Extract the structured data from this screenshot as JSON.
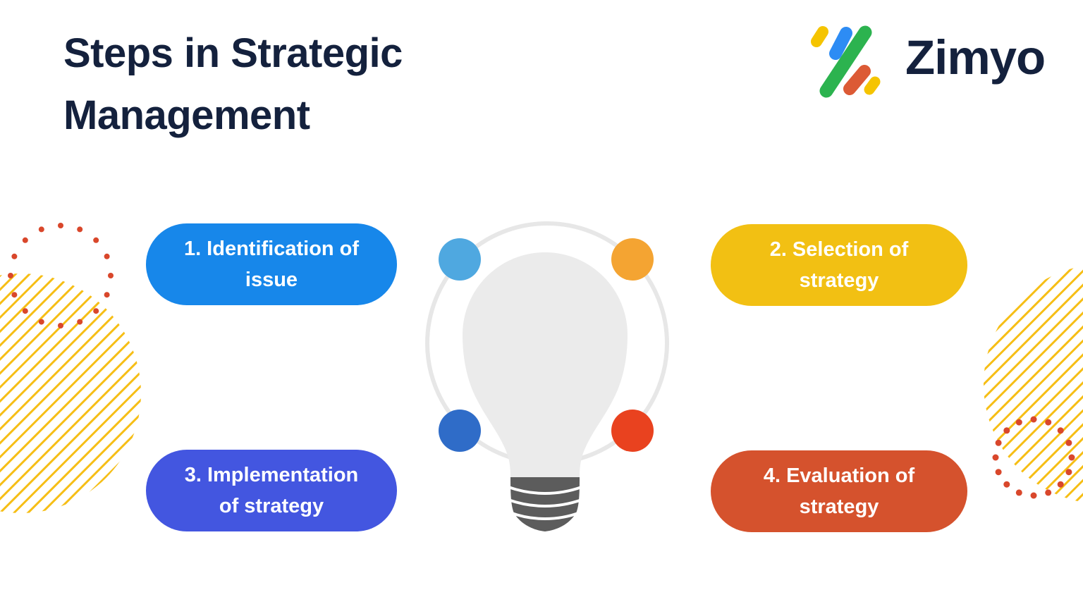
{
  "title": {
    "line1": "Steps in Strategic",
    "line2": "Management",
    "full": "Steps in Strategic Management"
  },
  "brand": {
    "name": "Zimyo",
    "mark_icon": "zimyo-percent-mark-icon"
  },
  "steps": [
    {
      "number": "1",
      "label": "1. Identification of issue",
      "line1": "1. Identification of",
      "line2": "issue",
      "pill_color": "#1787EA",
      "node_color": "#4FA8E0",
      "position": "top-left"
    },
    {
      "number": "2",
      "label": "2. Selection of strategy",
      "line1": "2. Selection of",
      "line2": "strategy",
      "pill_color": "#F2C013",
      "node_color": "#F4A432",
      "position": "top-right"
    },
    {
      "number": "3",
      "label": "3. Implementation of strategy",
      "line1": "3. Implementation",
      "line2": "of strategy",
      "pill_color": "#4356E0",
      "node_color": "#2F6CC8",
      "position": "bottom-left"
    },
    {
      "number": "4",
      "label": "4. Evaluation of strategy",
      "line1": "4. Evaluation of",
      "line2": "strategy",
      "pill_color": "#D5522D",
      "node_color": "#E9421F",
      "position": "bottom-right"
    }
  ],
  "center_graphic": {
    "icon": "lightbulb-icon",
    "bulb_color": "#EBEBEB",
    "base_color": "#5C5C5C",
    "ring_color": "#E7E7E7"
  },
  "decorations": {
    "stripe_color": "#F6BE15",
    "dot_color": "#D9472B",
    "left": [
      "striped-circle",
      "dotted-ring"
    ],
    "right": [
      "striped-circle",
      "dotted-ring"
    ]
  },
  "colors": {
    "background": "#FFFFFF",
    "title_text": "#14213D",
    "pill_text": "#FFFFFF",
    "logo_green": "#2CB34F",
    "logo_blue": "#2D8CF4",
    "logo_yellow": "#F5C400",
    "logo_red": "#DC5A35"
  }
}
